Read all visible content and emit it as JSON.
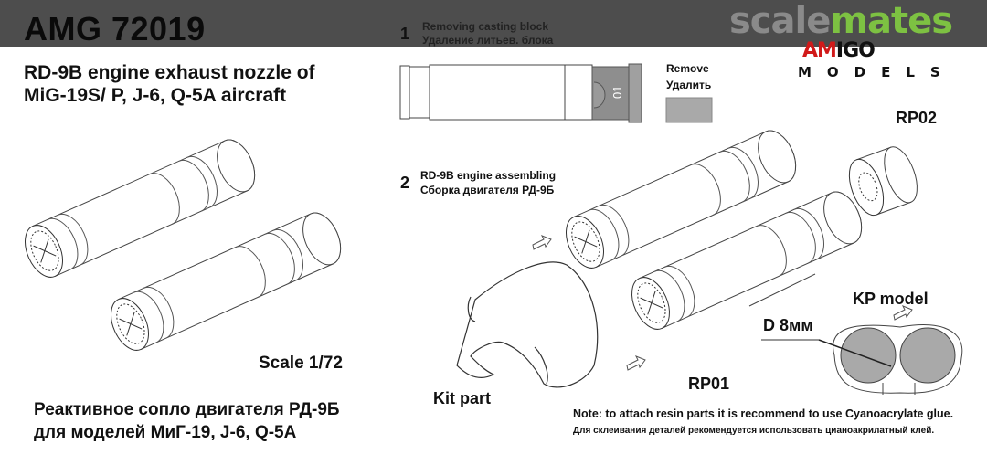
{
  "header": {
    "product_code": "AMG 72019",
    "title_line1": "RD-9B engine exhaust nozzle of",
    "title_line2": "MiG-19S/ P, J-6, Q-5A aircraft"
  },
  "watermark": {
    "part1": "scale",
    "part2": "mates",
    "gray": "#8a8a8a",
    "green": "#7dc142"
  },
  "brand": {
    "logo_red": "AM",
    "logo_black": "IGO",
    "subtitle": "MODELS",
    "red": "#d11a1a"
  },
  "step1": {
    "number": "1",
    "title_en": "Removing casting block",
    "title_ru": "Удаление литьев. блока",
    "part_label": "01",
    "remove_en": "Remove",
    "remove_ru": "Удалить"
  },
  "step2": {
    "number": "2",
    "title_en": "RD-9B engine assembling",
    "title_ru": "Сборка двигателя  РД-9Б"
  },
  "labels": {
    "rp02": "RP02",
    "rp01": "RP01",
    "kp_model": "KP model",
    "diameter": "D 8мм",
    "kit_part": "Kit part",
    "scale": "Scale 1/72"
  },
  "russian_title": {
    "line1": "Реактивное сопло двигателя РД-9Б",
    "line2": "для моделей  МиГ-19, J-6, Q-5A"
  },
  "note": {
    "en": "Note:  to attach resin parts it is recommend to use Cyanoacrylate glue.",
    "ru": "Для склеивания деталей рекомендуется использовать цианоакрилатный клей."
  },
  "colors": {
    "band": "#4d4d4d",
    "part_gray": "#a9a9a9",
    "line": "#333333"
  }
}
